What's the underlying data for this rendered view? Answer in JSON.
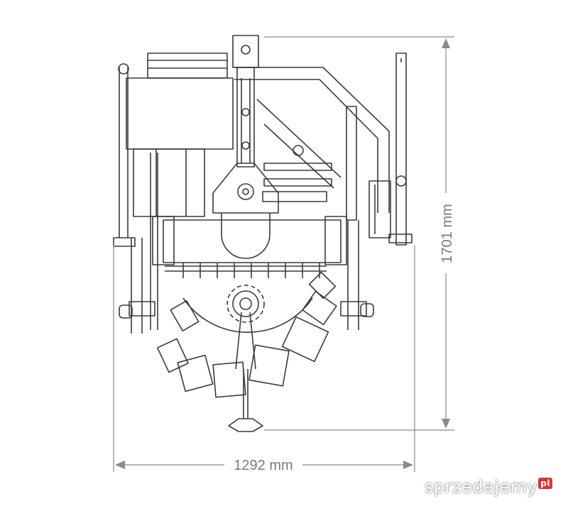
{
  "drawing": {
    "dimension_width": "1292 mm",
    "dimension_height": "1701 mm"
  },
  "colors": {
    "line": "#3a3a3a",
    "dimension": "#8a8a8a",
    "background": "#ffffff"
  },
  "watermark": {
    "text": "sprzedajemy",
    "suffix": "pl"
  }
}
